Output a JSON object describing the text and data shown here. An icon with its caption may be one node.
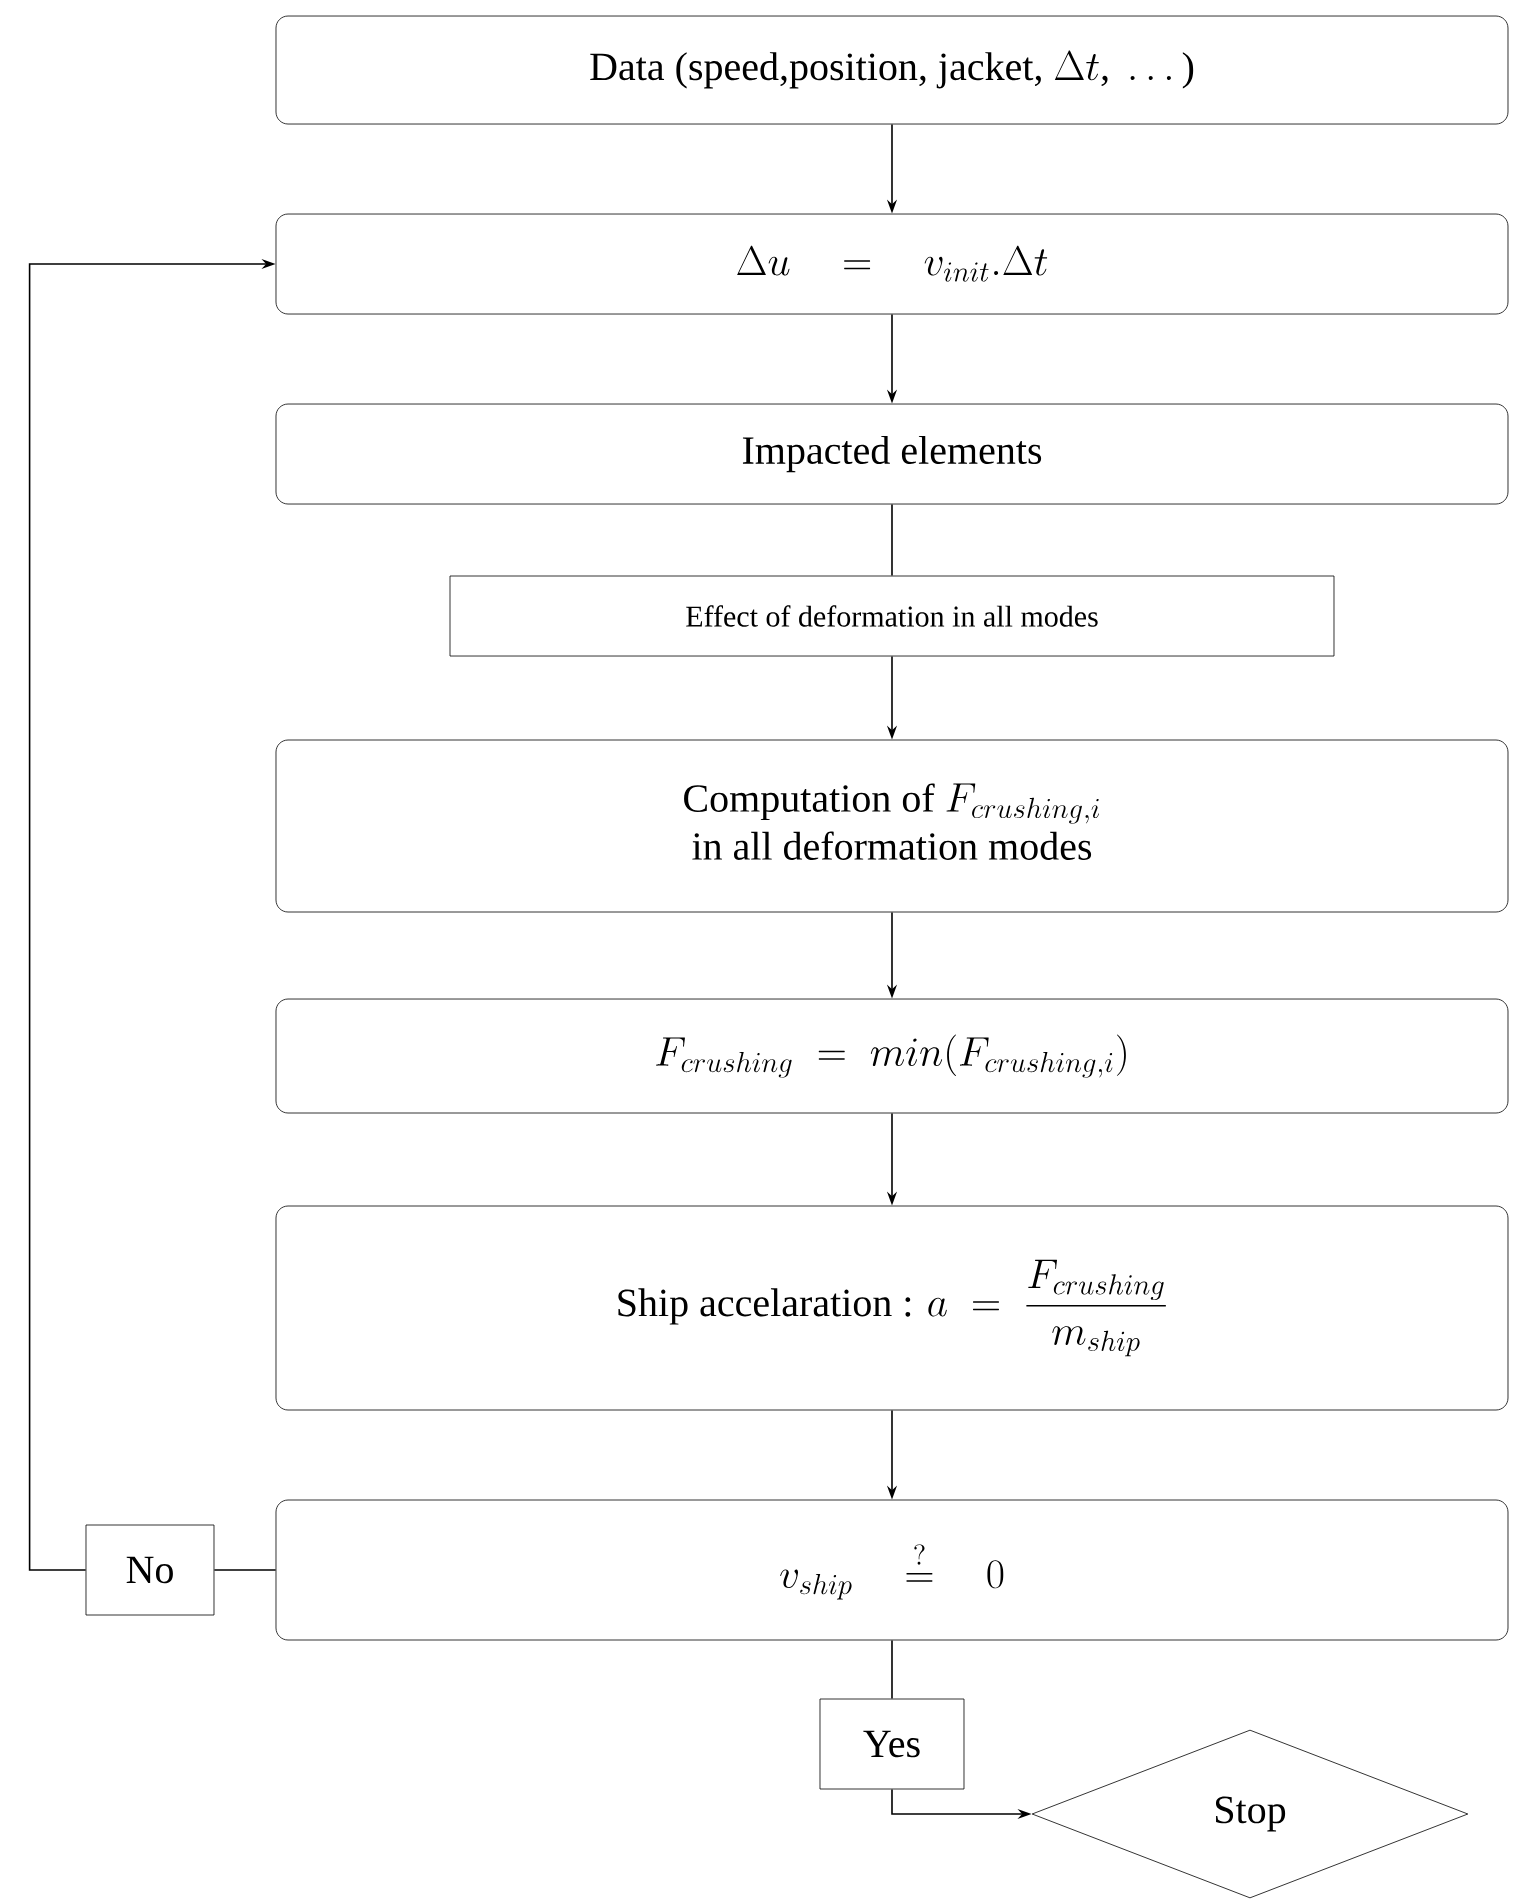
{
  "diagram": {
    "nodes": [
      {
        "text": [
          "\\text{Data (speed,position, jacket, }\\Delta t\\text{, }\\ldots\\text{)}"
        ]
      },
      {
        "text": [
          "\\Delta u \\quad = \\quad v_{init}.\\Delta t"
        ]
      },
      {
        "text": [
          "Impacted elements"
        ]
      },
      {
        "text": [
          "Effect of deformation in all modes"
        ]
      },
      {
        "text": [
          "\\begin{array}{c}\\text{Computation of } F_{crushing,i}\\\\ \\text{in all deformation modes}\\end{array}"
        ]
      },
      {
        "text": [
          "F_{crushing} \\;=\\; min(F_{crushing,i})"
        ]
      },
      {
        "text": [
          "\\text{Ship accelaration : } a \\;=\\; \\frac{F_{crushing}}{m_{ship}}"
        ]
      },
      {
        "text": [
          "v_{ship} \\quad \\stackrel{?}{=} \\quad 0"
        ]
      },
      {
        "text": [
          "No"
        ]
      },
      {
        "text": [
          "Yes"
        ]
      },
      {
        "text": [
          "Stop"
        ]
      }
    ],
    "edges": [
      {
        "from": 0,
        "to": 1,
        "arrow": "to"
      },
      {
        "from": 1,
        "to": 2,
        "arrow": "to"
      },
      {
        "from": 2,
        "to": 3,
        "arrow": "none"
      },
      {
        "from": 3,
        "to": 4,
        "arrow": "to"
      },
      {
        "from": 4,
        "to": 5,
        "arrow": "to"
      },
      {
        "from": 5,
        "to": 6,
        "arrow": "to"
      },
      {
        "from": 6,
        "to": 7,
        "arrow": "to"
      },
      {
        "from": 7,
        "to": 8,
        "arrow": "none"
      },
      {
        "from": 8,
        "to": 1,
        "arrow": "to"
      },
      {
        "from": 7,
        "to": 9,
        "arrow": "none"
      },
      {
        "from": 9,
        "to": 10,
        "arrow": "to"
      }
    ]
  }
}
